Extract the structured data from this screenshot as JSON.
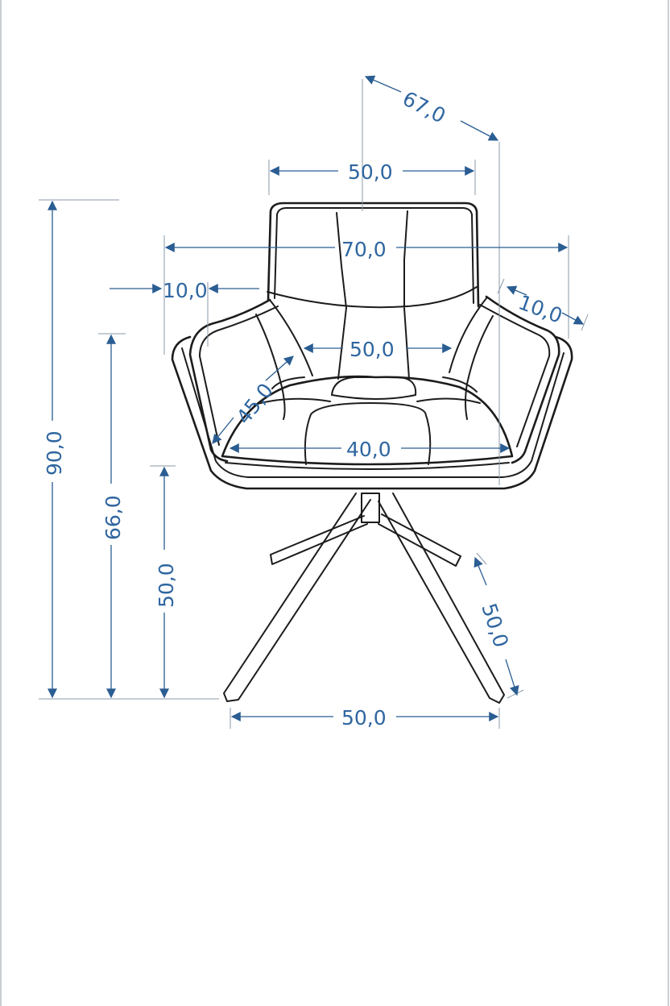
{
  "diagram": {
    "colors": {
      "dimension": "#2f66a0",
      "outline": "#1c1c1c"
    },
    "dimensions": {
      "depth_overall": "67,0",
      "backrest_width": "50,0",
      "overall_width": "70,0",
      "armrest_width": "10,0",
      "armrest_depth": "10,0",
      "seat_width": "50,0",
      "seat_inner_width": "40,0",
      "seat_depth": "45,0",
      "total_height": "90,0",
      "armrest_height": "66,0",
      "seat_height": "50,0",
      "base_depth": "50,0",
      "base_width": "50,0"
    }
  }
}
